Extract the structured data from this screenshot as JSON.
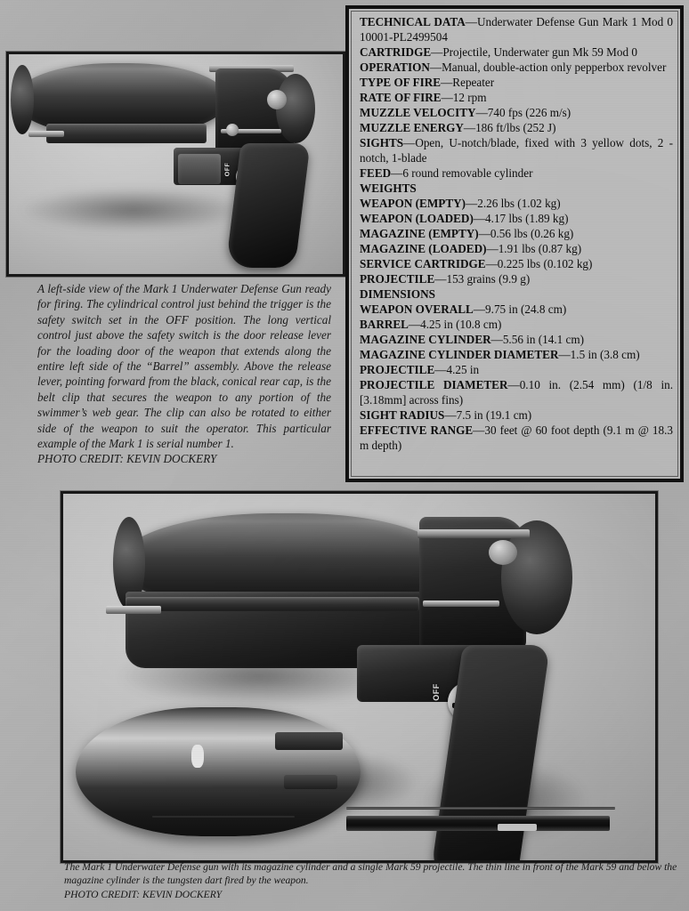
{
  "document": {
    "title": "Underwater Defense Gun Mark 1 — reference page"
  },
  "tech_box": {
    "specs": [
      {
        "label": "TECHNICAL DATA",
        "value": "—Underwater Defense Gun Mark 1 Mod 0 10001-PL2499504"
      },
      {
        "label": "CARTRIDGE",
        "value": "—Projectile, Underwater gun Mk 59 Mod 0"
      },
      {
        "label": "OPERATION",
        "value": "—Manual, double-action only pepperbox revolver"
      },
      {
        "label": "TYPE OF FIRE",
        "value": "—Repeater"
      },
      {
        "label": "RATE OF FIRE",
        "value": "—12 rpm"
      },
      {
        "label": "MUZZLE VELOCITY",
        "value": "—740 fps (226 m/s)"
      },
      {
        "label": "MUZZLE ENERGY",
        "value": "—186 ft/lbs (252 J)"
      },
      {
        "label": "SIGHTS",
        "value": "—Open, U-notch/blade, fixed  with 3 yellow dots, 2 - notch, 1-blade"
      },
      {
        "label": "FEED",
        "value": "—6 round removable cylinder"
      },
      {
        "label": "WEIGHTS",
        "value": ""
      },
      {
        "label": "WEAPON (EMPTY)",
        "value": "—2.26 lbs (1.02 kg)"
      },
      {
        "label": "WEAPON (LOADED)",
        "value": "—4.17 lbs (1.89 kg)"
      },
      {
        "label": "MAGAZINE (EMPTY)",
        "value": "—0.56 lbs (0.26 kg)"
      },
      {
        "label": "MAGAZINE (LOADED)",
        "value": "—1.91 lbs (0.87 kg)"
      },
      {
        "label": "SERVICE CARTRIDGE",
        "value": "—0.225 lbs (0.102 kg)"
      },
      {
        "label": "PROJECTILE",
        "value": "—153 grains (9.9 g)"
      },
      {
        "label": "DIMENSIONS",
        "value": ""
      },
      {
        "label": "WEAPON OVERALL",
        "value": "—9.75 in (24.8 cm)"
      },
      {
        "label": "BARREL",
        "value": "—4.25 in (10.8 cm)"
      },
      {
        "label": "MAGAZINE CYLINDER",
        "value": "—5.56 in (14.1 cm)"
      },
      {
        "label": "MAGAZINE CYLINDER DIAMETER",
        "value": "—1.5 in (3.8 cm)"
      },
      {
        "label": "PROJECTILE",
        "value": "—4.25 in"
      },
      {
        "label": "PROJECTILE DIAMETER",
        "value": "—0.10 in. (2.54 mm) (1/8 in. [3.18mm] across fins)"
      },
      {
        "label": "SIGHT RADIUS",
        "value": "—7.5 in (19.1 cm)"
      },
      {
        "label": "EFFECTIVE RANGE",
        "value": "—30 feet @ 60 foot depth (9.1 m @ 18.3 m depth)"
      }
    ]
  },
  "photo_top": {
    "alt": "Black and white photograph: left-side view of the Mark 1 Underwater Defense Gun",
    "safety_label": "OFF"
  },
  "photo_bottom": {
    "alt": "Black and white photograph: Mark 1 Underwater Defense gun with magazine cylinder and Mark 59 projectile",
    "safety_label": "OFF"
  },
  "caption_top": {
    "body": "A left-side view of the Mark 1 Underwater Defense Gun ready for firing. The cylindrical control just behind the trigger is the safety switch set in the OFF position. The long vertical control just above the safety switch is the door release lever for the loading door of the weapon that extends along the entire left side of the “Barrel” assembly. Above the release lever, pointing forward from the black, conical rear cap, is the belt clip that secures the weapon to any portion of the swimmer’s web gear. The clip can also be rotated to either side of the weapon to suit the operator. This particular example of the Mark 1 is serial number 1.",
    "credit": "PHOTO CREDIT: KEVIN DOCKERY"
  },
  "caption_bottom": {
    "body": "The Mark 1 Underwater Defense gun with its magazine cylinder and a single Mark 59 projectile. The thin line in front of the Mark 59 and below the magazine cylinder is the tungsten dart fired by the weapon.",
    "credit": "PHOTO CREDIT: KEVIN DOCKERY"
  },
  "colors": {
    "page_background": "#ababab",
    "box_background": "#bdbdbd",
    "ink": "#0d0d0d",
    "frame_border": "#181818"
  }
}
